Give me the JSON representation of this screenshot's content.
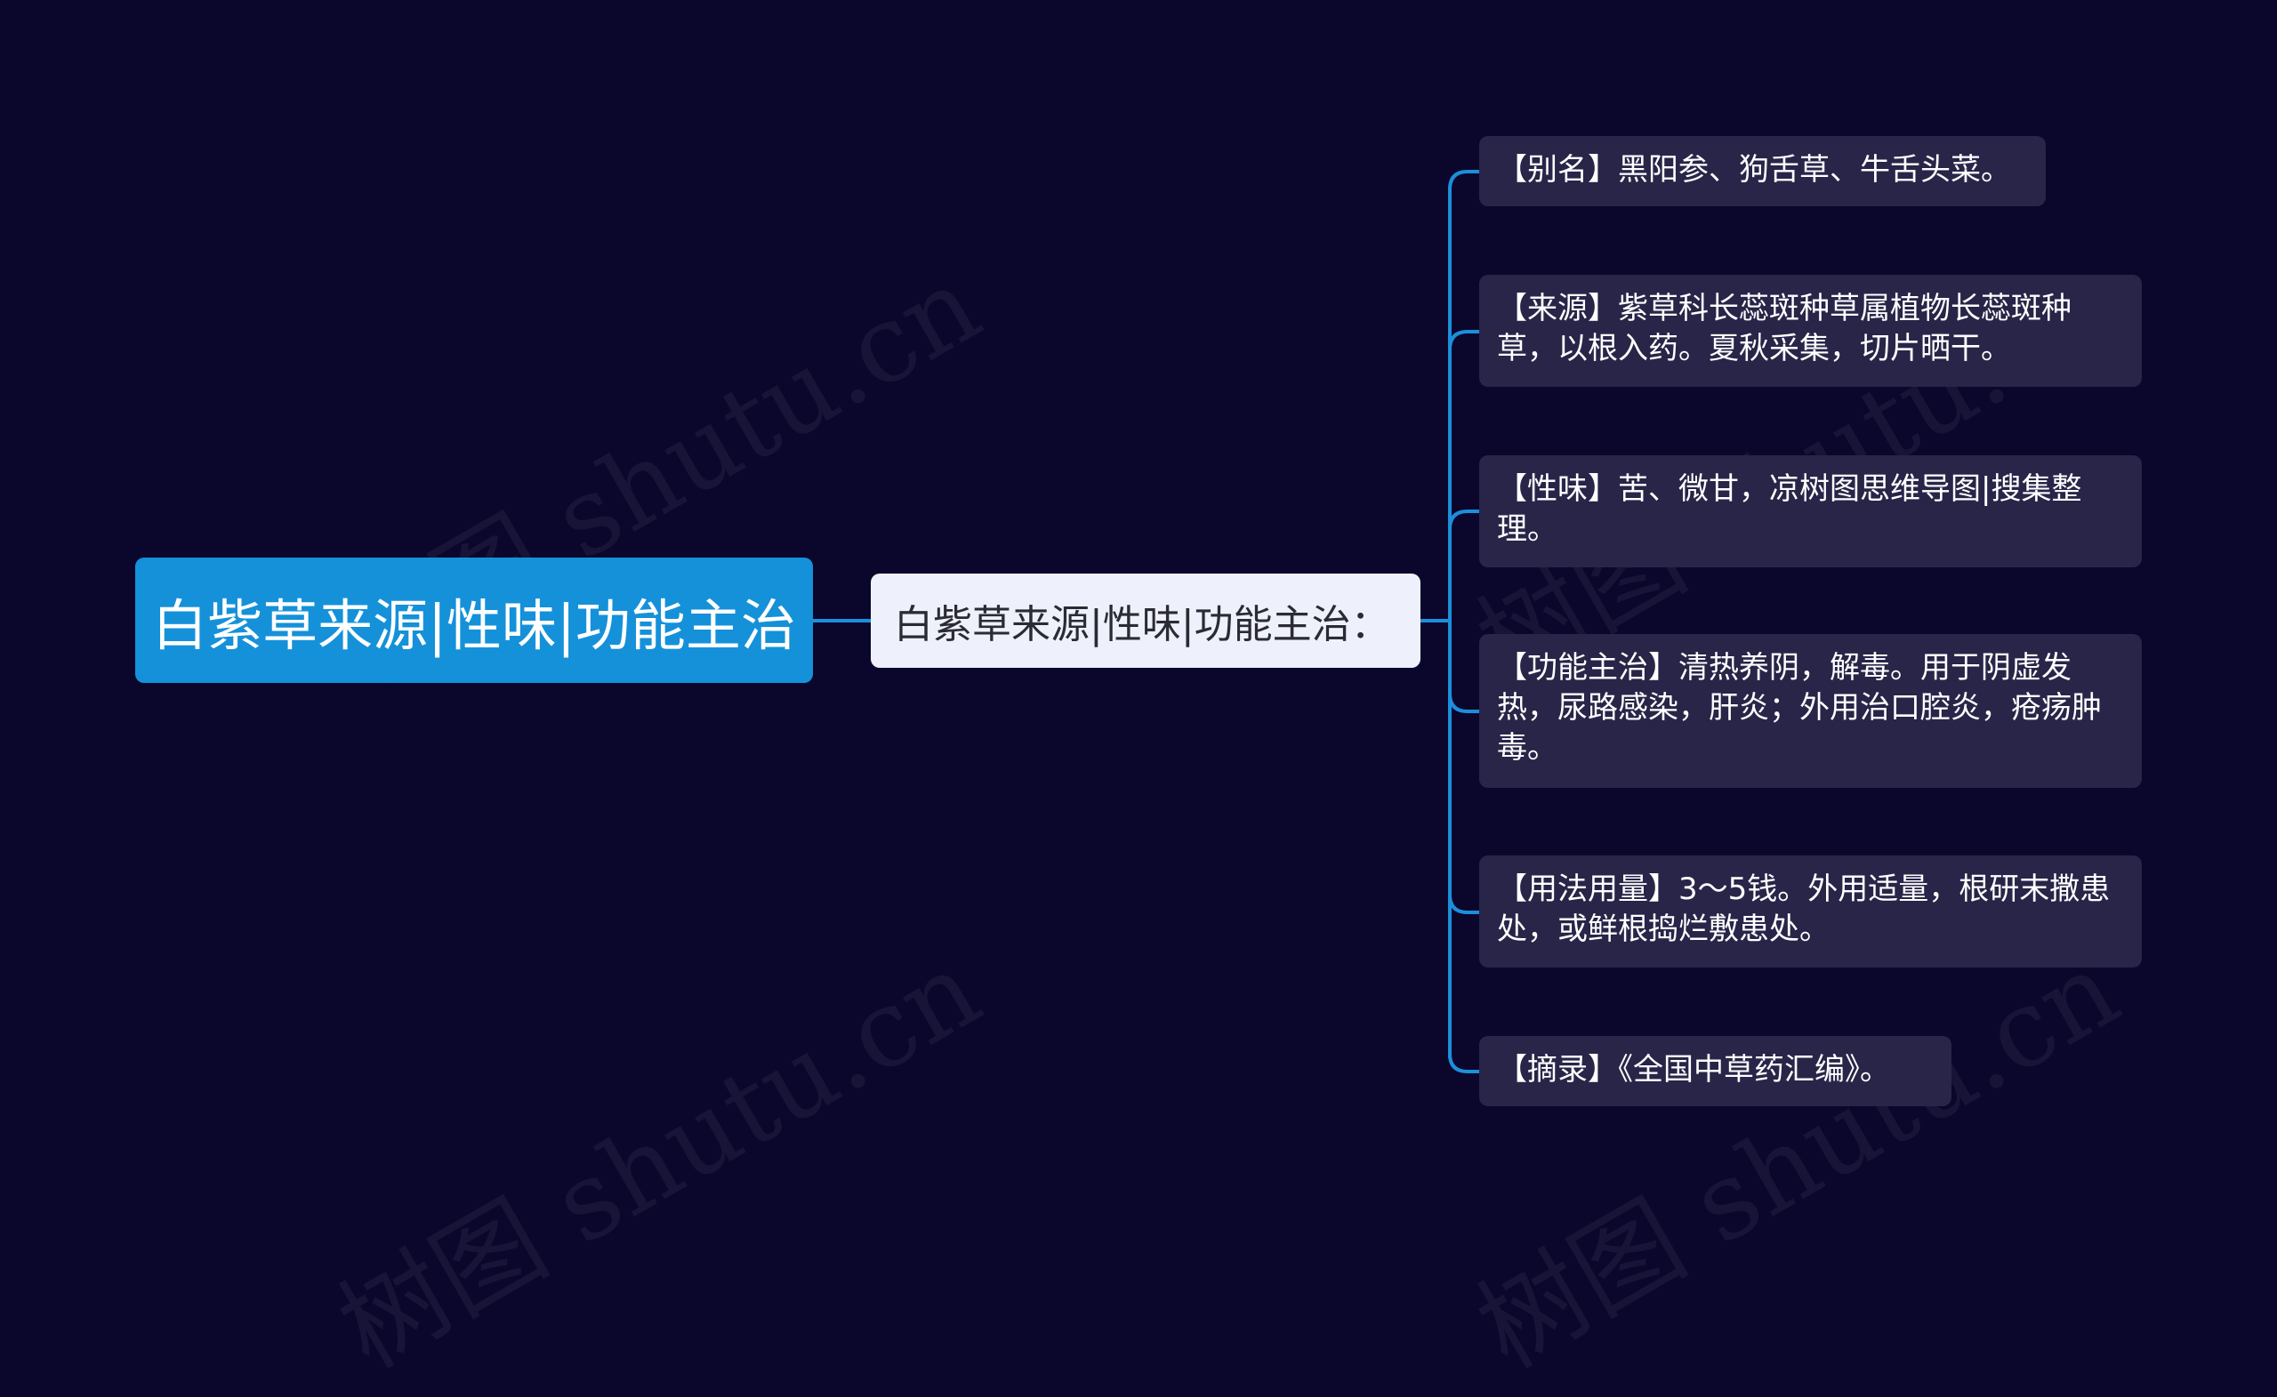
{
  "watermark": {
    "text": "树图 shutu.cn"
  },
  "root": {
    "label": "白紫草来源|性味|功能主治"
  },
  "mid": {
    "label": "白紫草来源|性味|功能主治："
  },
  "leaves": [
    {
      "text": "【别名】黑阳参、狗舌草、牛舌头菜。"
    },
    {
      "text": "【来源】紫草科长蕊斑种草属植物长蕊斑种草，以根入药。夏秋采集，切片晒干。"
    },
    {
      "text": "【性味】苦、微甘，凉树图思维导图|搜集整理。"
    },
    {
      "text": "【功能主治】清热养阴，解毒。用于阴虚发热，尿路感染，肝炎；外用治口腔炎，疮疡肿毒。"
    },
    {
      "text": "【用法用量】3～5钱。外用适量，根研末撒患处，或鲜根捣烂敷患处。"
    },
    {
      "text": "【摘录】《全国中草药汇编》。"
    }
  ],
  "colors": {
    "background": "#0b072c",
    "root": "#1591d9",
    "mid": "#eef1fb",
    "leaf": "#282548",
    "connector": "#1c8fdc"
  }
}
